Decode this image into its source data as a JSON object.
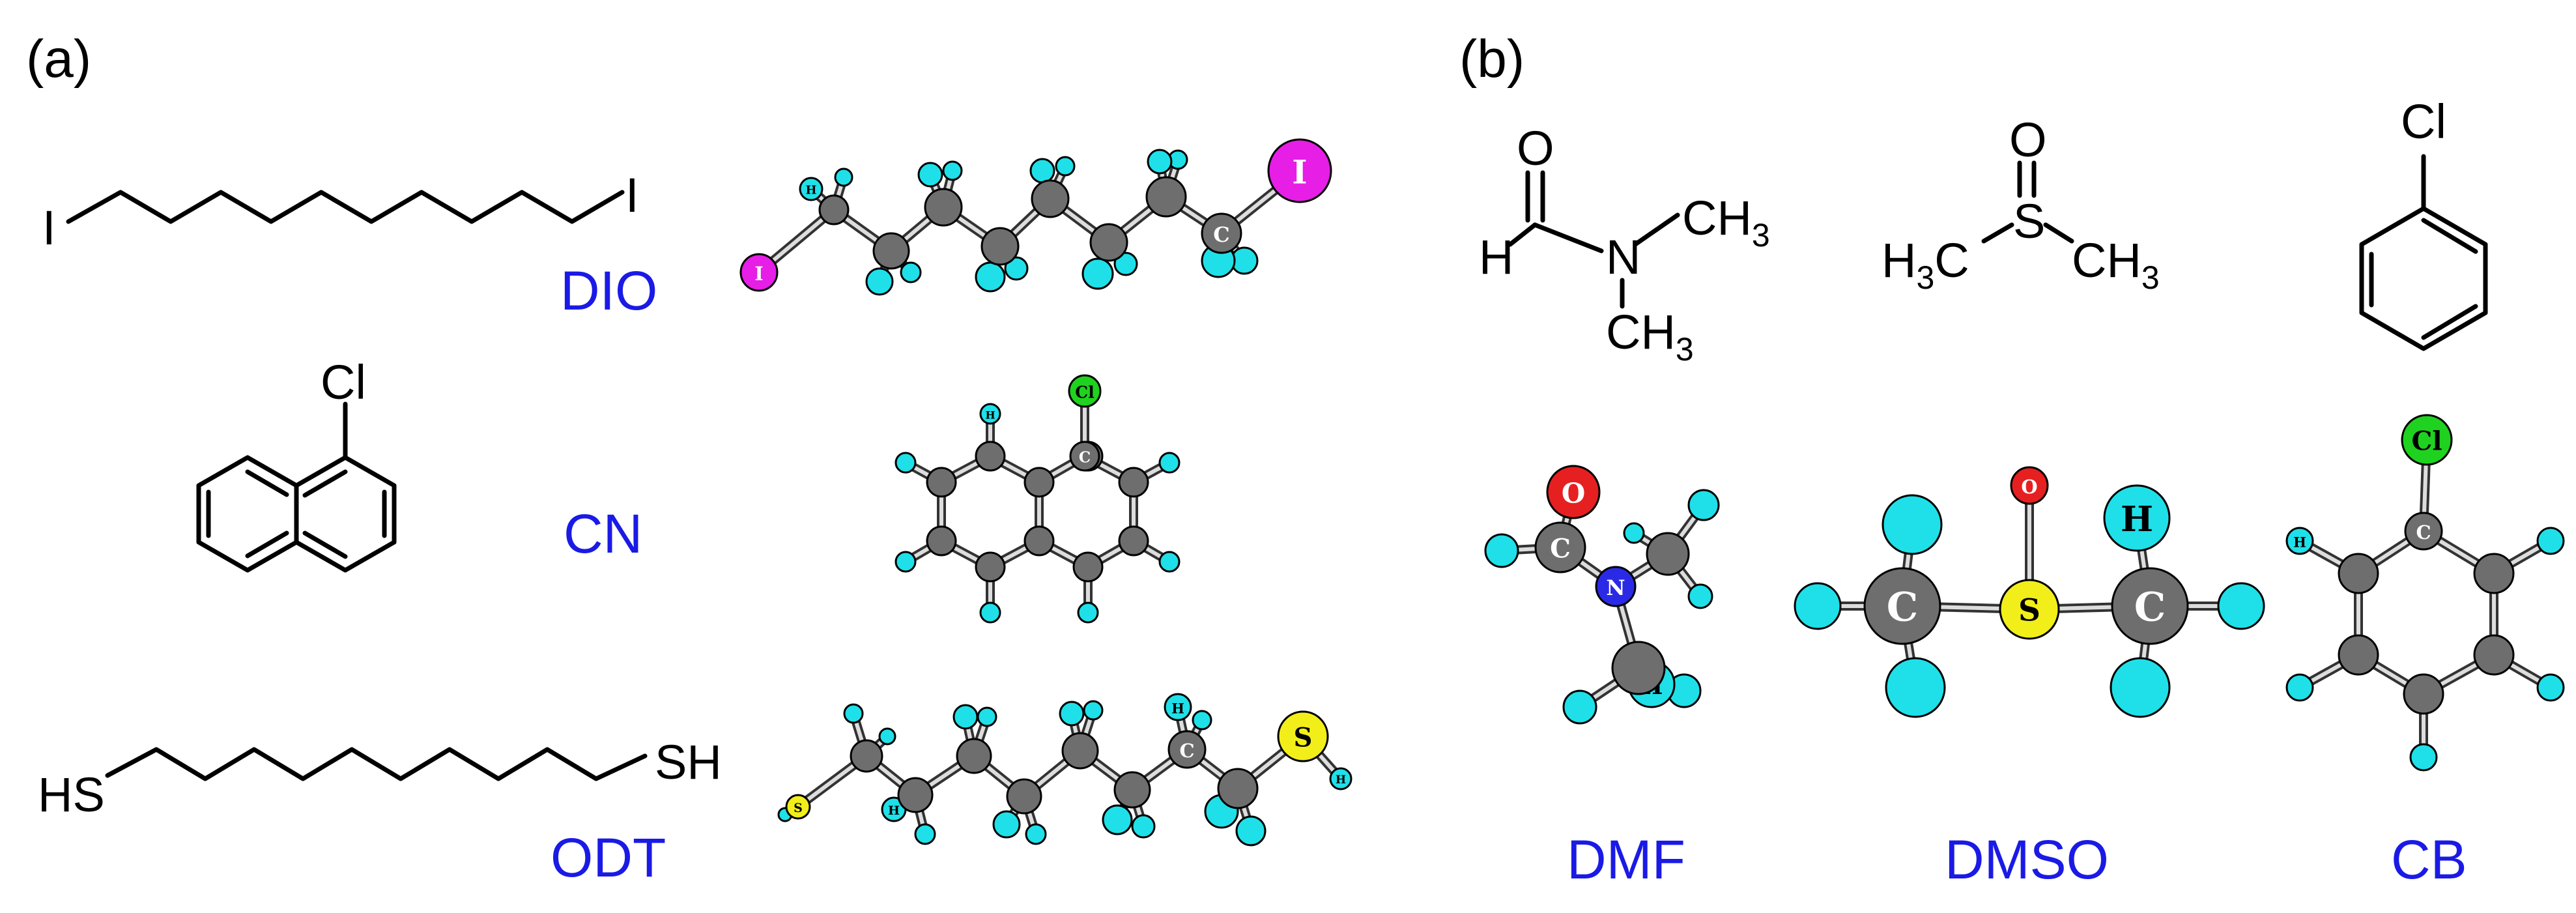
{
  "panels": {
    "a": "(a)",
    "b": "(b)"
  },
  "labels": {
    "iodo_left": "I",
    "iodo_right": "I",
    "cn_cl": "Cl",
    "odt_hs": "HS",
    "odt_sh": "SH",
    "dmf_o": "O",
    "dmf_h": "H",
    "dmf_n": "N",
    "dmf_ch3_right": "CH",
    "dmf_ch3_down": "CH",
    "sub3": "3",
    "dmso_o": "O",
    "dmso_s": "S",
    "dmso_h3c": "H",
    "dmso_c": "C",
    "dmso_ch3": "CH",
    "cb_cl": "Cl"
  },
  "names": {
    "dio": "DIO",
    "cn": "CN",
    "odt": "ODT",
    "dmf": "DMF",
    "dmso": "DMSO",
    "cb": "CB"
  },
  "atom_letters": {
    "I": "I",
    "H": "H",
    "C": "C",
    "Cl": "Cl",
    "S": "S",
    "O": "O",
    "N": "N"
  },
  "colors": {
    "carbon": "#6e6e6e",
    "hydrogen": "#1fe0e8",
    "iodine": "#e61ee6",
    "chlorine": "#1fd21f",
    "sulfur": "#f2ee1a",
    "oxygen": "#e62020",
    "nitrogen": "#2a2ae6",
    "name_text": "#1a1ae6"
  }
}
